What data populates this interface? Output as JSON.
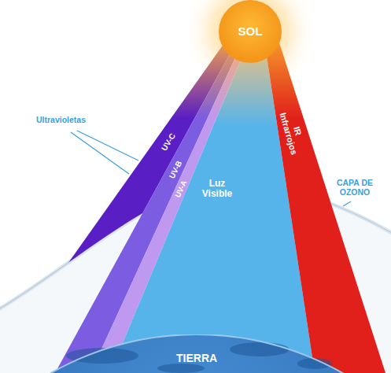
{
  "diagram": {
    "nodes": [
      {
        "text": [
          "SOL"
        ]
      },
      {
        "text": [
          "UV-C"
        ]
      },
      {
        "text": [
          "UV-B"
        ]
      },
      {
        "text": [
          "UV-A"
        ]
      },
      {
        "text": [
          "Luz Visible"
        ]
      },
      {
        "text": [
          "IR",
          "Infrarrojos"
        ]
      },
      {
        "text": [
          "TIERRA"
        ]
      }
    ],
    "labels": [
      "Ultravioletas",
      "CAPA DE OZONO"
    ]
  }
}
